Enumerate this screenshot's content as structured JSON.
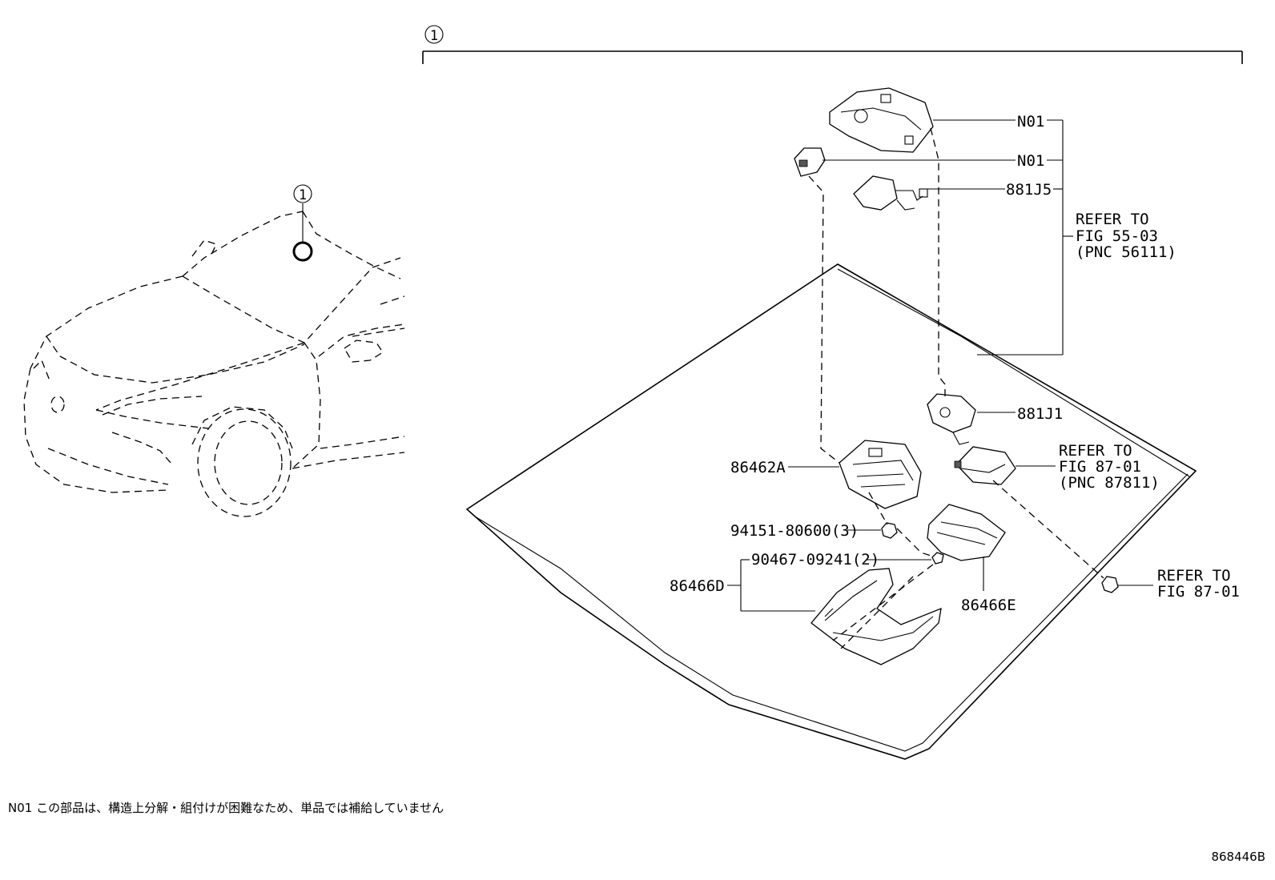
{
  "callouts": {
    "top_marker": "1",
    "car_marker": "1"
  },
  "parts": {
    "n01_upper": "N01",
    "n01_lower": "N01",
    "p881J5": "881J5",
    "p881J1": "881J1",
    "p86462A": "86462A",
    "p94151": "94151-80600(3)",
    "p90467": "90467-09241(2)",
    "p86466D": "86466D",
    "p86466E": "86466E"
  },
  "refs": {
    "fig55": [
      "REFER TO",
      "FIG 55-03",
      "(PNC 56111)"
    ],
    "fig87a": [
      "REFER TO",
      "FIG 87-01",
      "(PNC 87811)"
    ],
    "fig87b": [
      "REFER TO",
      "FIG 87-01"
    ]
  },
  "footnote": "N01 この部品は、構造上分解・組付けが困難なため、単品では補給していません",
  "diagram_id": "868446B"
}
